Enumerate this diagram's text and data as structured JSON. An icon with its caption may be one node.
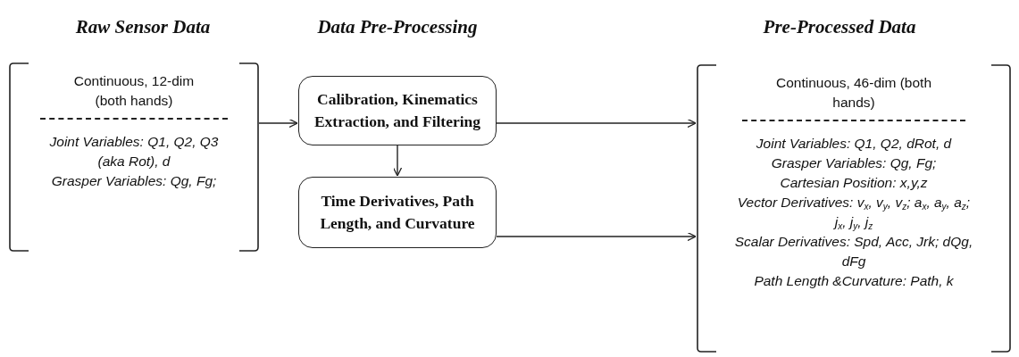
{
  "diagram": {
    "nodes": [
      {
        "text": [
          "Continuous, 12-dim (both hands)",
          "Joint Variables:   Q1, Q2, Q3 (aka Rot), d",
          "Grasper Variables:   Qg, Fg;"
        ]
      },
      {
        "text": [
          "Calibration, Kinematics Extraction, and Filtering"
        ]
      },
      {
        "text": [
          "Time Derivatives, Path Length, and Curvature"
        ]
      },
      {
        "text": [
          "Continuous, 46-dim (both hands)",
          "Joint Variables:   Q1, Q2, dRot, d",
          "Grasper Variables:   Qg, Fg;",
          "Cartesian Position:   x,y,z",
          "Vector Derivatives:   v$_{x}$, v$_{y}$, v$_{z}$; a$_{x}$, a$_{y}$, a$_{z}$;  j$_{x}$, j$_{y}$, j$_{z}$",
          "Scalar Derivatives:   Spd, Acc, Jrk; dQg, dFg",
          "Path Length &Curvature:   Path, k"
        ]
      }
    ],
    "edges": [
      {
        "from": 0,
        "to": 1,
        "arrow": "to"
      },
      {
        "from": 1,
        "to": 3,
        "arrow": "to"
      },
      {
        "from": 1,
        "to": 2,
        "arrow": "to"
      },
      {
        "from": 2,
        "to": 3,
        "arrow": "to"
      }
    ],
    "labels": [
      "Raw Sensor Data",
      "Data Pre-Processing",
      "Pre-Processed Data"
    ]
  }
}
